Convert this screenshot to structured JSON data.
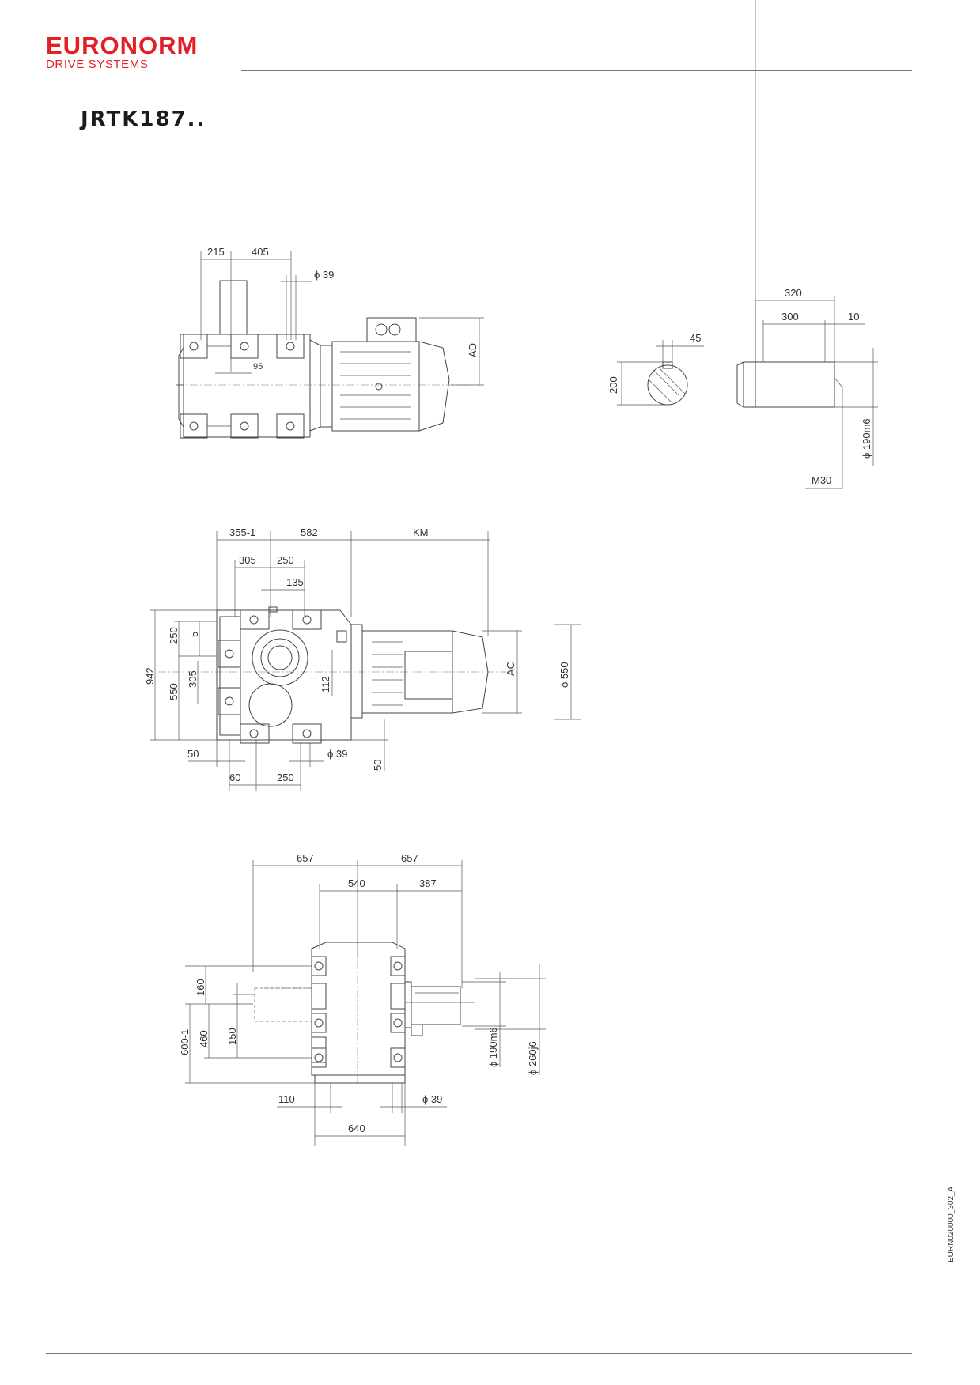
{
  "header": {
    "brand_main": "EURONORM",
    "brand_sub": "DRIVE SYSTEMS"
  },
  "title": "JRTK187..",
  "views": {
    "top": {
      "dims": {
        "d215": "215",
        "d405": "405",
        "phi39": "ϕ 39",
        "d95": "95",
        "ad": "AD"
      }
    },
    "shaft": {
      "dims": {
        "d45": "45",
        "d200": "200",
        "d320": "320",
        "d300": "300",
        "d10": "10",
        "phi190": "ϕ 190m6",
        "m30": "M30"
      }
    },
    "front": {
      "dims": {
        "d355": "355-1",
        "d582": "582",
        "km": "KM",
        "d305a": "305",
        "d250a": "250",
        "d135": "135",
        "d942": "942",
        "d250b": "250",
        "d5": "5",
        "d550": "550",
        "d305b": "305",
        "d112": "112",
        "ac": "AC",
        "phi550": "ϕ 550",
        "d50a": "50",
        "d50b": "50",
        "phi39": "ϕ 39",
        "d60": "60",
        "d250c": "250"
      }
    },
    "side": {
      "dims": {
        "d657a": "657",
        "d657b": "657",
        "d540": "540",
        "d387": "387",
        "d160": "160",
        "d600": "600-1",
        "d460": "460",
        "d150": "150",
        "phi190": "ϕ 190m6",
        "phi260": "ϕ 260j6",
        "d110": "110",
        "phi39": "ϕ 39",
        "d640": "640"
      }
    }
  },
  "doc_code": "EURN020000_302_A"
}
